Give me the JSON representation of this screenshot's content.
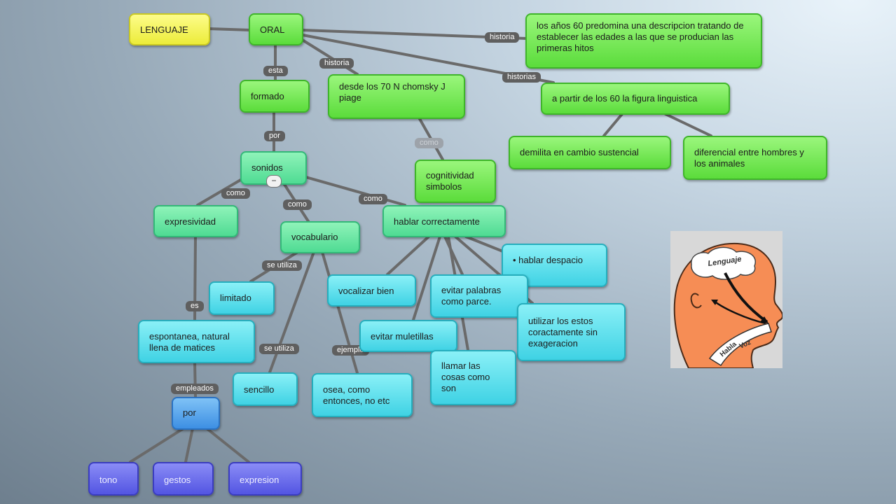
{
  "nodes": {
    "lenguaje": "LENGUAJE",
    "oral": "ORAL",
    "historia_60": "los años 60 predomina una descripcion tratando de establecer las edades a las que se producian las primeras hitos",
    "chomsky": "desde los 70 N chomsky J piage",
    "figura": "a partir de los 60 la  figura linguistica",
    "demilita": "demilita en cambio sustencial",
    "diferencial": "diferencial entre hombres y los animales",
    "formado": "formado",
    "cognitividad": "cognitividad simbolos",
    "sonidos": "sonidos",
    "expresividad": "expresividad",
    "vocabulario": "vocabulario",
    "hablar": "hablar correctamente",
    "despacio": "• hablar despacio",
    "limitado": "limitado",
    "vocalizar": "vocalizar bien",
    "evitar_palabras": "evitar palabras como parce.",
    "utilizar": "utilizar los estos coractamente sin exageracion",
    "espontanea": "espontanea, natural llena de matices",
    "muletillas": "evitar muletillas",
    "sencillo": "sencillo",
    "osea": "osea, como entonces, no etc",
    "llamar": "llamar las cosas como son",
    "por": "por",
    "tono": "tono",
    "gestos": "gestos",
    "expresion": "expresion"
  },
  "links": {
    "historia1": "historia",
    "historia2": "historia",
    "historias": "historias",
    "esta": "esta",
    "por": "por",
    "como_cog": "como",
    "como1": "como",
    "como2": "como",
    "como3": "como",
    "se_utiliza1": "se utiliza",
    "se_utiliza2": "se utiliza",
    "es": "es",
    "ejemplo": "ejemplo",
    "empleados": "empleados"
  },
  "collapse_symbol": "−",
  "illustration": {
    "label_top": "Lenguaje",
    "label_habla": "Habla",
    "label_voz": "Voz"
  }
}
